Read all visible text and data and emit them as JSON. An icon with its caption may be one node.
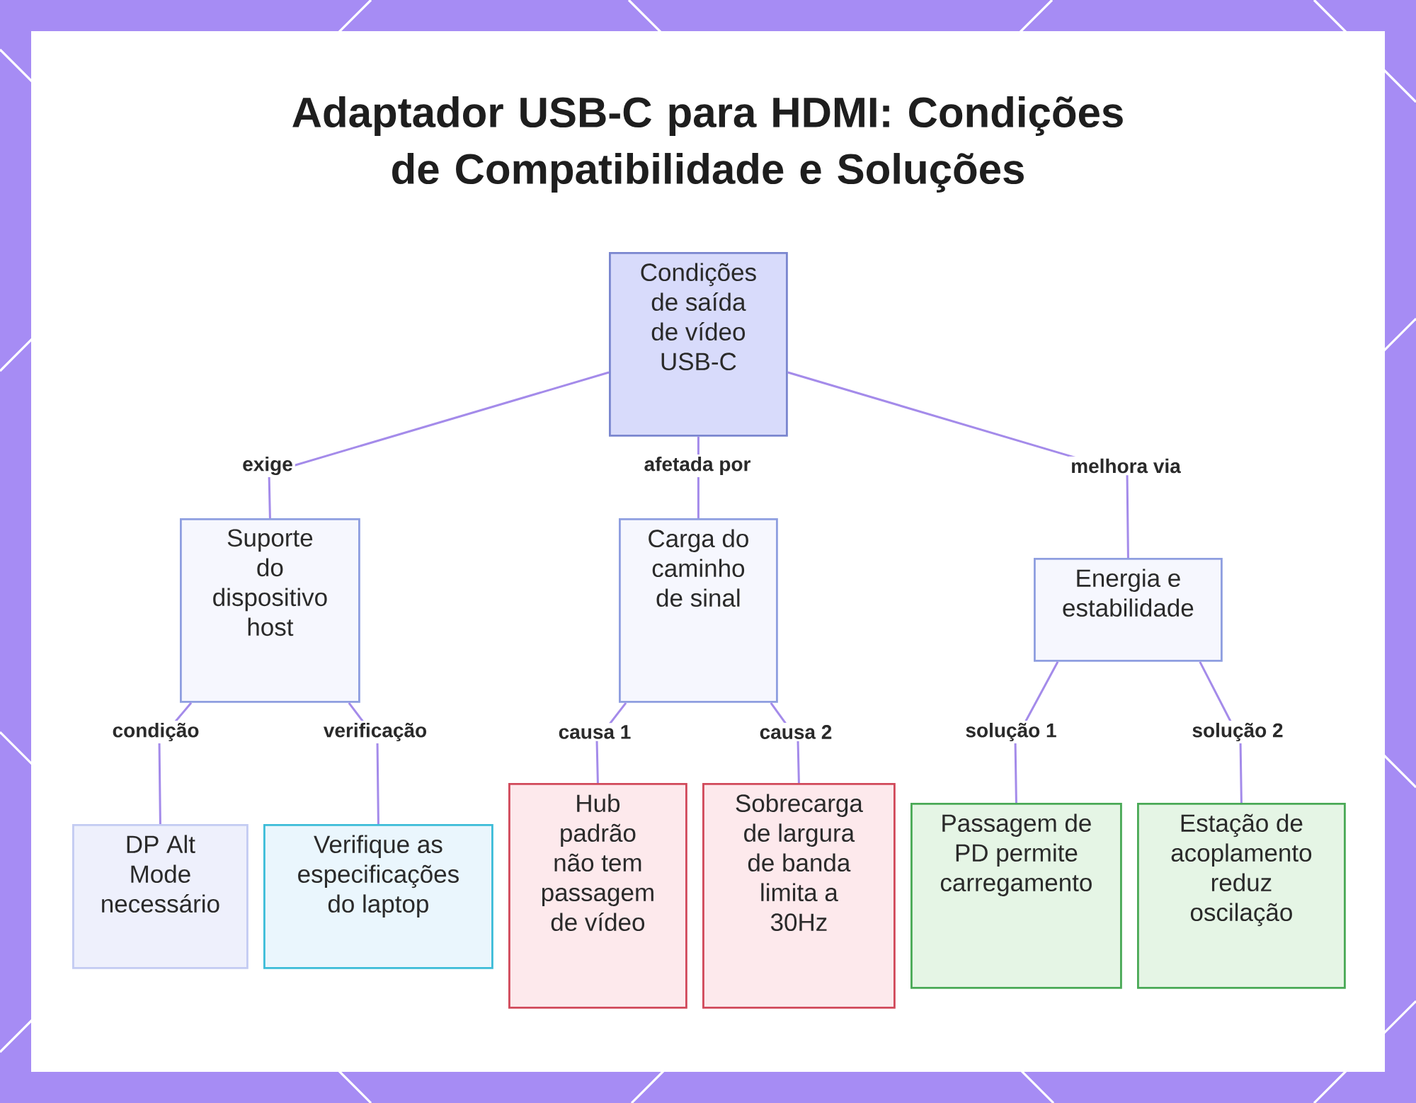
{
  "diagram": {
    "title": "Adaptador USB-C para HDMI: Condições de Compatibilidade e Soluções",
    "nodes": [
      {
        "text": [
          "Condições de saída de vídeo USB-C"
        ]
      },
      {
        "text": [
          "Suporte do dispositivo host"
        ]
      },
      {
        "text": [
          "Carga do caminho de sinal"
        ]
      },
      {
        "text": [
          "Energia e estabilidade"
        ]
      },
      {
        "text": [
          "DP Alt Mode necessário"
        ]
      },
      {
        "text": [
          "Verifique as especificações do laptop"
        ]
      },
      {
        "text": [
          "Hub padrão não tem passagem de vídeo"
        ]
      },
      {
        "text": [
          "Sobrecarga de largura de banda limita a 30Hz"
        ]
      },
      {
        "text": [
          "Passagem de PD permite carregamento"
        ]
      },
      {
        "text": [
          "Estação de acoplamento reduz oscilação"
        ]
      }
    ],
    "edges": [
      {
        "from": 0,
        "to": 1,
        "arrow": "none",
        "label": "exige"
      },
      {
        "from": 0,
        "to": 2,
        "arrow": "none",
        "label": "afetada por"
      },
      {
        "from": 0,
        "to": 3,
        "arrow": "none",
        "label": "melhora via"
      },
      {
        "from": 1,
        "to": 4,
        "arrow": "none",
        "label": "condição"
      },
      {
        "from": 1,
        "to": 5,
        "arrow": "none",
        "label": "verificação"
      },
      {
        "from": 2,
        "to": 6,
        "arrow": "none",
        "label": "causa 1"
      },
      {
        "from": 2,
        "to": 7,
        "arrow": "none",
        "label": "causa 2"
      },
      {
        "from": 3,
        "to": 8,
        "arrow": "none",
        "label": "solução 1"
      },
      {
        "from": 3,
        "to": 9,
        "arrow": "none",
        "label": "solução 2"
      }
    ]
  }
}
